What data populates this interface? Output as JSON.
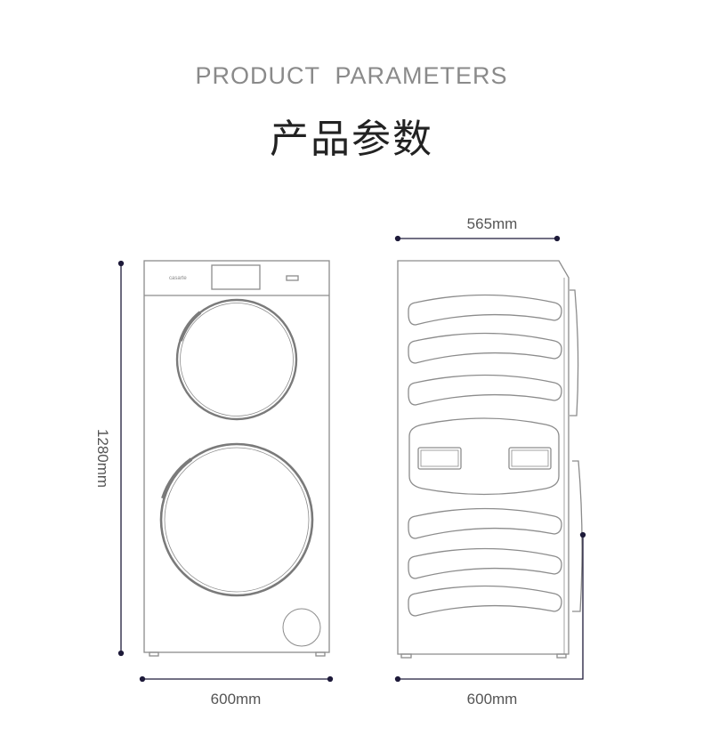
{
  "header": {
    "title_en": "PRODUCT  PARAMETERS",
    "title_cn": "产品参数"
  },
  "diagram": {
    "brand_logo": "casarte",
    "front_view": {
      "height_label": "1280mm",
      "width_label": "600mm"
    },
    "side_view": {
      "depth_label": "565mm",
      "overall_depth_label": "600mm"
    },
    "colors": {
      "outline": "#8c8c8c",
      "door_ring": "#7a7a7a",
      "dimension_line": "#1e1b3a"
    }
  }
}
